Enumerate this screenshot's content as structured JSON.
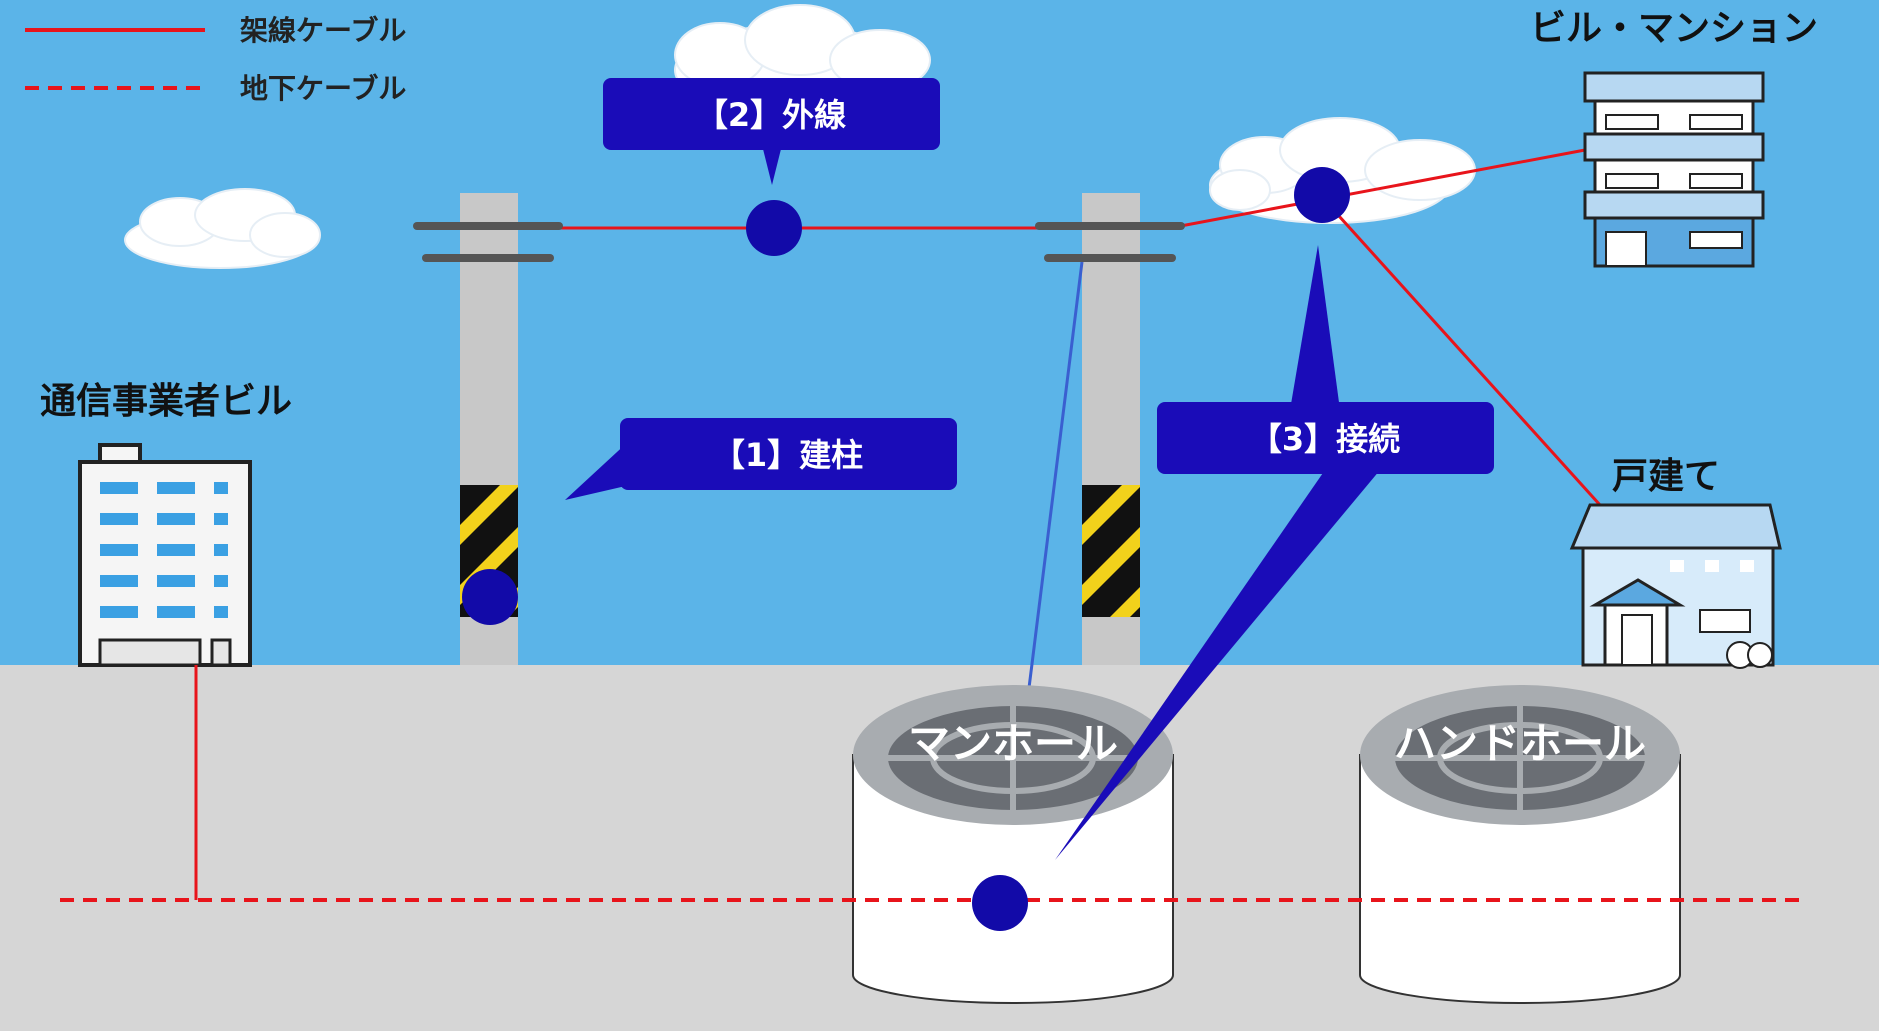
{
  "legend": {
    "aerial_label": "架線ケーブル",
    "underground_label": "地下ケーブル"
  },
  "labels": {
    "carrier_building": "通信事業者ビル",
    "apartment": "ビル・マンション",
    "house": "戸建て",
    "manhole": "マンホール",
    "handhole": "ハンドホール"
  },
  "callouts": {
    "pole": "【1】建柱",
    "outside_line": "【2】外線",
    "connection": "【3】接続"
  },
  "colors": {
    "sky": "#5bb4e8",
    "ground": "#d6d6d6",
    "cable": "#e8141b",
    "callout": "#1a0cb8",
    "marker": "#120aa8"
  }
}
